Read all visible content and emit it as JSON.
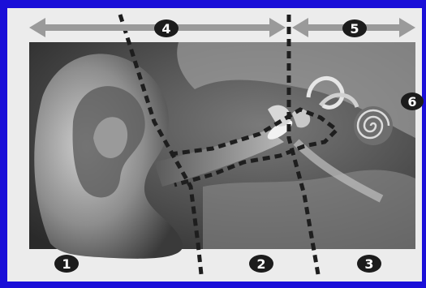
{
  "labels": [
    {
      "id": "1",
      "text": "1"
    },
    {
      "id": "2",
      "text": "2"
    },
    {
      "id": "3",
      "text": "3"
    },
    {
      "id": "4",
      "text": "4"
    },
    {
      "id": "5",
      "text": "5"
    },
    {
      "id": "6",
      "text": "6"
    }
  ],
  "colors": {
    "frame": "#1a0fd8",
    "panel": "#ececec",
    "arrow": "#9a9a9a",
    "badge": "#1c1c1c",
    "dash": "#1e1e1e"
  }
}
